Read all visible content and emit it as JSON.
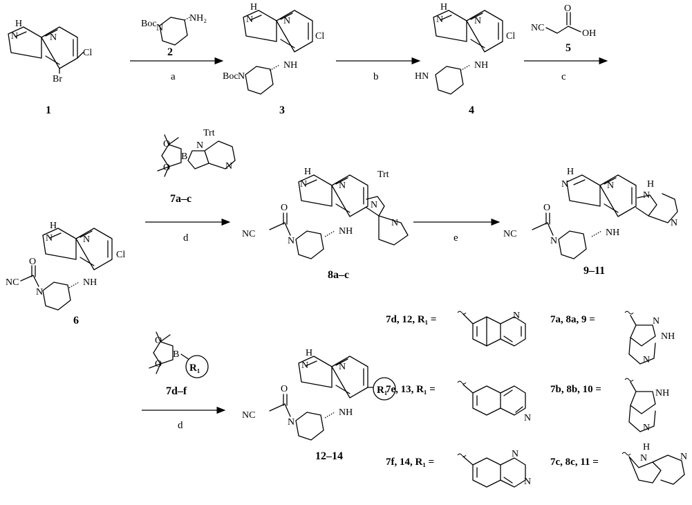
{
  "compounds": {
    "c1": "1",
    "c2": "2",
    "c3": "3",
    "c4": "4",
    "c5": "5",
    "c6": "6",
    "c7ac": "7a–c",
    "c7df": "7d–f",
    "c8ac": "8a–c",
    "c911": "9–11",
    "c1214": "12–14"
  },
  "conditions": {
    "a": "a",
    "b": "b",
    "c": "c",
    "d1": "d",
    "d2": "d",
    "e": "e"
  },
  "atoms": {
    "H": "H",
    "N": "N",
    "NH": "NH",
    "HN": "HN",
    "Cl": "Cl",
    "Br": "Br",
    "Boc": "Boc",
    "NH2": "NH₂",
    "O": "O",
    "OH": "OH",
    "NC": "NC",
    "B": "B",
    "Trt": "Trt",
    "R1": "R₁"
  },
  "r_group_labels": {
    "d": "7d, 12, R₁ =",
    "e": "7e, 13, R₁ =",
    "f": "7f, 14, R₁ =",
    "a": "7a, 8a, 9 =",
    "b": "7b, 8b, 10 =",
    "c": "7c, 8c, 11 ="
  }
}
